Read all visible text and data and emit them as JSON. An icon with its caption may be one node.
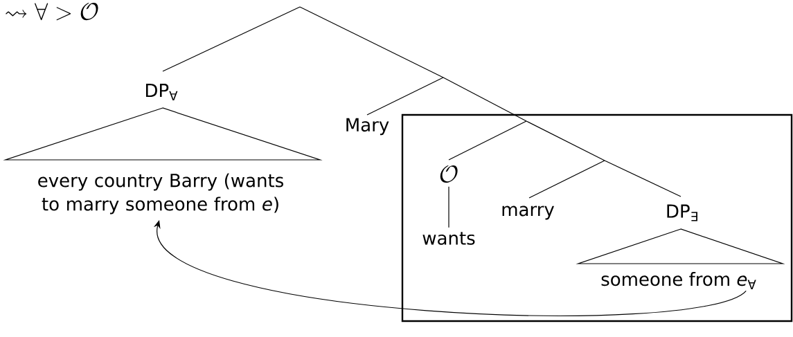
{
  "diagram": {
    "nodes": [
      {
        "text": [
          "DP$_{∀}$"
        ]
      },
      {
        "text": [
          "every country Barry (wants to marry someone from *e*)"
        ]
      },
      {
        "text": [
          "Mary"
        ]
      },
      {
        "text": [],
        "shape": "box"
      },
      {
        "text": [
          "\\mathcal{O}"
        ],
        "in": 3
      },
      {
        "text": [
          "wants"
        ],
        "in": 3
      },
      {
        "text": [
          "marry"
        ],
        "in": 3
      },
      {
        "text": [
          "DP$_{∃}$"
        ],
        "in": 3
      },
      {
        "text": [
          "someone from *e*$_{∀}$"
        ],
        "in": 3
      }
    ],
    "edges": [
      {
        "from": 8,
        "to": 1,
        "arrow": "to"
      },
      {
        "from": 4,
        "to": 5,
        "arrow": "none"
      }
    ],
    "labels": [
      "\\rightsquigarrow \\forall > \\mathcal{O}"
    ]
  }
}
